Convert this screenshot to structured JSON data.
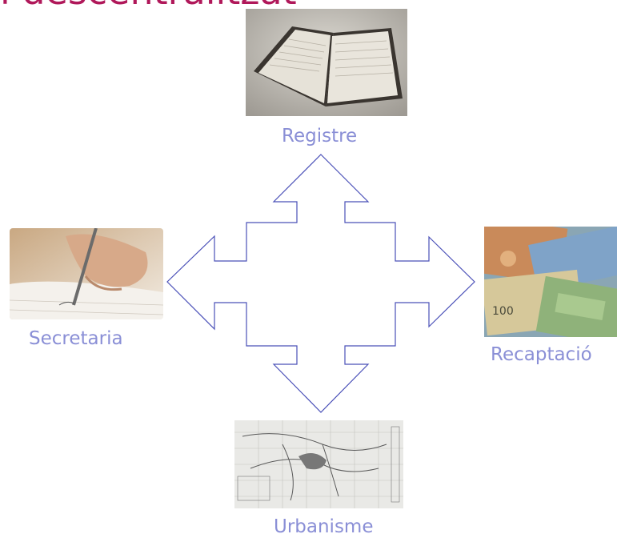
{
  "title": "l descentralitzat",
  "nodes": {
    "registre": "Registre",
    "secretaria": "Secretaria",
    "recaptacio": "Recaptació",
    "urbanisme": "Urbanisme"
  },
  "colors": {
    "title": "#b0185a",
    "labels": "#8a8fd6",
    "arrow_stroke": "#4a50b8"
  }
}
